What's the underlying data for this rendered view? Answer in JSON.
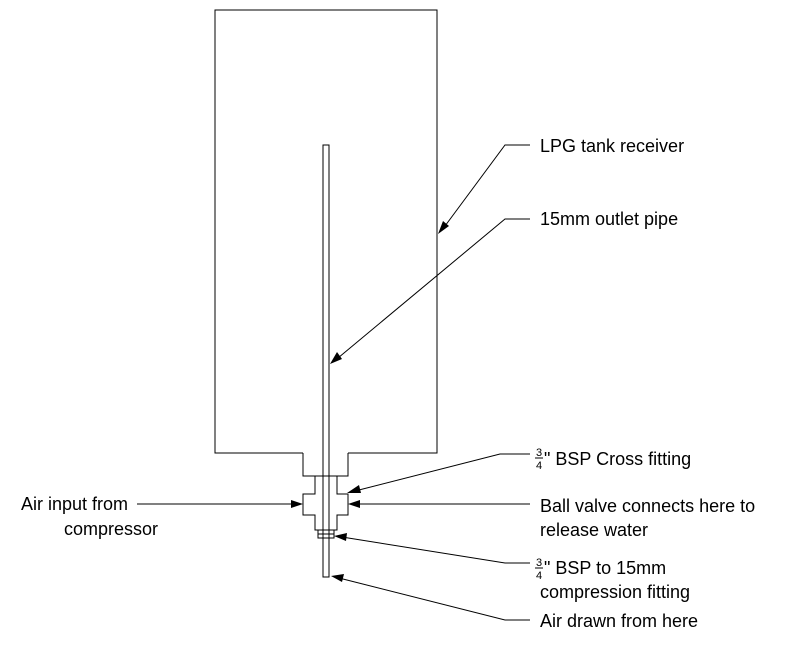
{
  "labels": {
    "tank": "LPG tank receiver",
    "outlet_pipe": "15mm outlet pipe",
    "cross_fitting": {
      "num": "3",
      "den": "4",
      "text": "\" BSP Cross fitting"
    },
    "air_input": {
      "line1": "Air input from",
      "line2": "compressor"
    },
    "ball_valve": {
      "line1": "Ball valve connects here to",
      "line2": "release water"
    },
    "compression_fitting": {
      "num": "3",
      "den": "4",
      "line1": "\" BSP to 15mm",
      "line2": "compression fitting"
    },
    "air_drawn": "Air drawn from here"
  }
}
